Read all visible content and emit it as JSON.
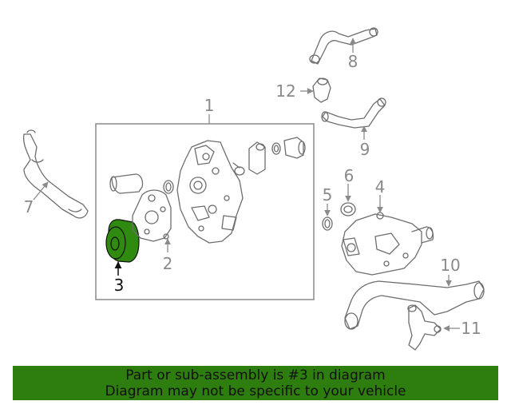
{
  "callouts": [
    "1",
    "2",
    "3",
    "4",
    "5",
    "6",
    "7",
    "8",
    "9",
    "10",
    "11",
    "12"
  ],
  "highlighted_part": "3",
  "highlight_color": "#2e8b0f",
  "banner": {
    "line1": "Part or sub-assembly is #3 in diagram",
    "line2": "Diagram may not be specific to your vehicle",
    "color": "#2e7d0f"
  }
}
